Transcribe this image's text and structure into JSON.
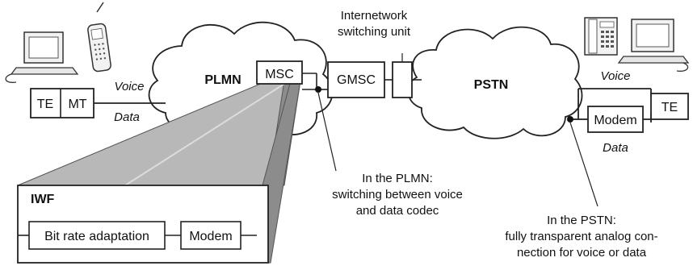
{
  "nodes": {
    "te_left": "TE",
    "mt": "MT",
    "plmn": "PLMN",
    "msc": "MSC",
    "gmsc": "GMSC",
    "pstn": "PSTN",
    "modem_right": "Modem",
    "te_right": "TE",
    "iwf": "IWF",
    "bit_rate": "Bit rate adaptation",
    "modem_iwf": "Modem"
  },
  "labels": {
    "voice_left": "Voice",
    "data_left": "Data",
    "voice_right": "Voice",
    "data_right": "Data",
    "isu_line1": "Internetwork",
    "isu_line2": "switching unit"
  },
  "notes": {
    "plmn_line1": "In the PLMN:",
    "plmn_line2": "switching between voice",
    "plmn_line3": "and data codec",
    "pstn_line1": "In the PSTN:",
    "pstn_line2": "fully transparent analog con-",
    "pstn_line3": "nection for voice or data"
  }
}
